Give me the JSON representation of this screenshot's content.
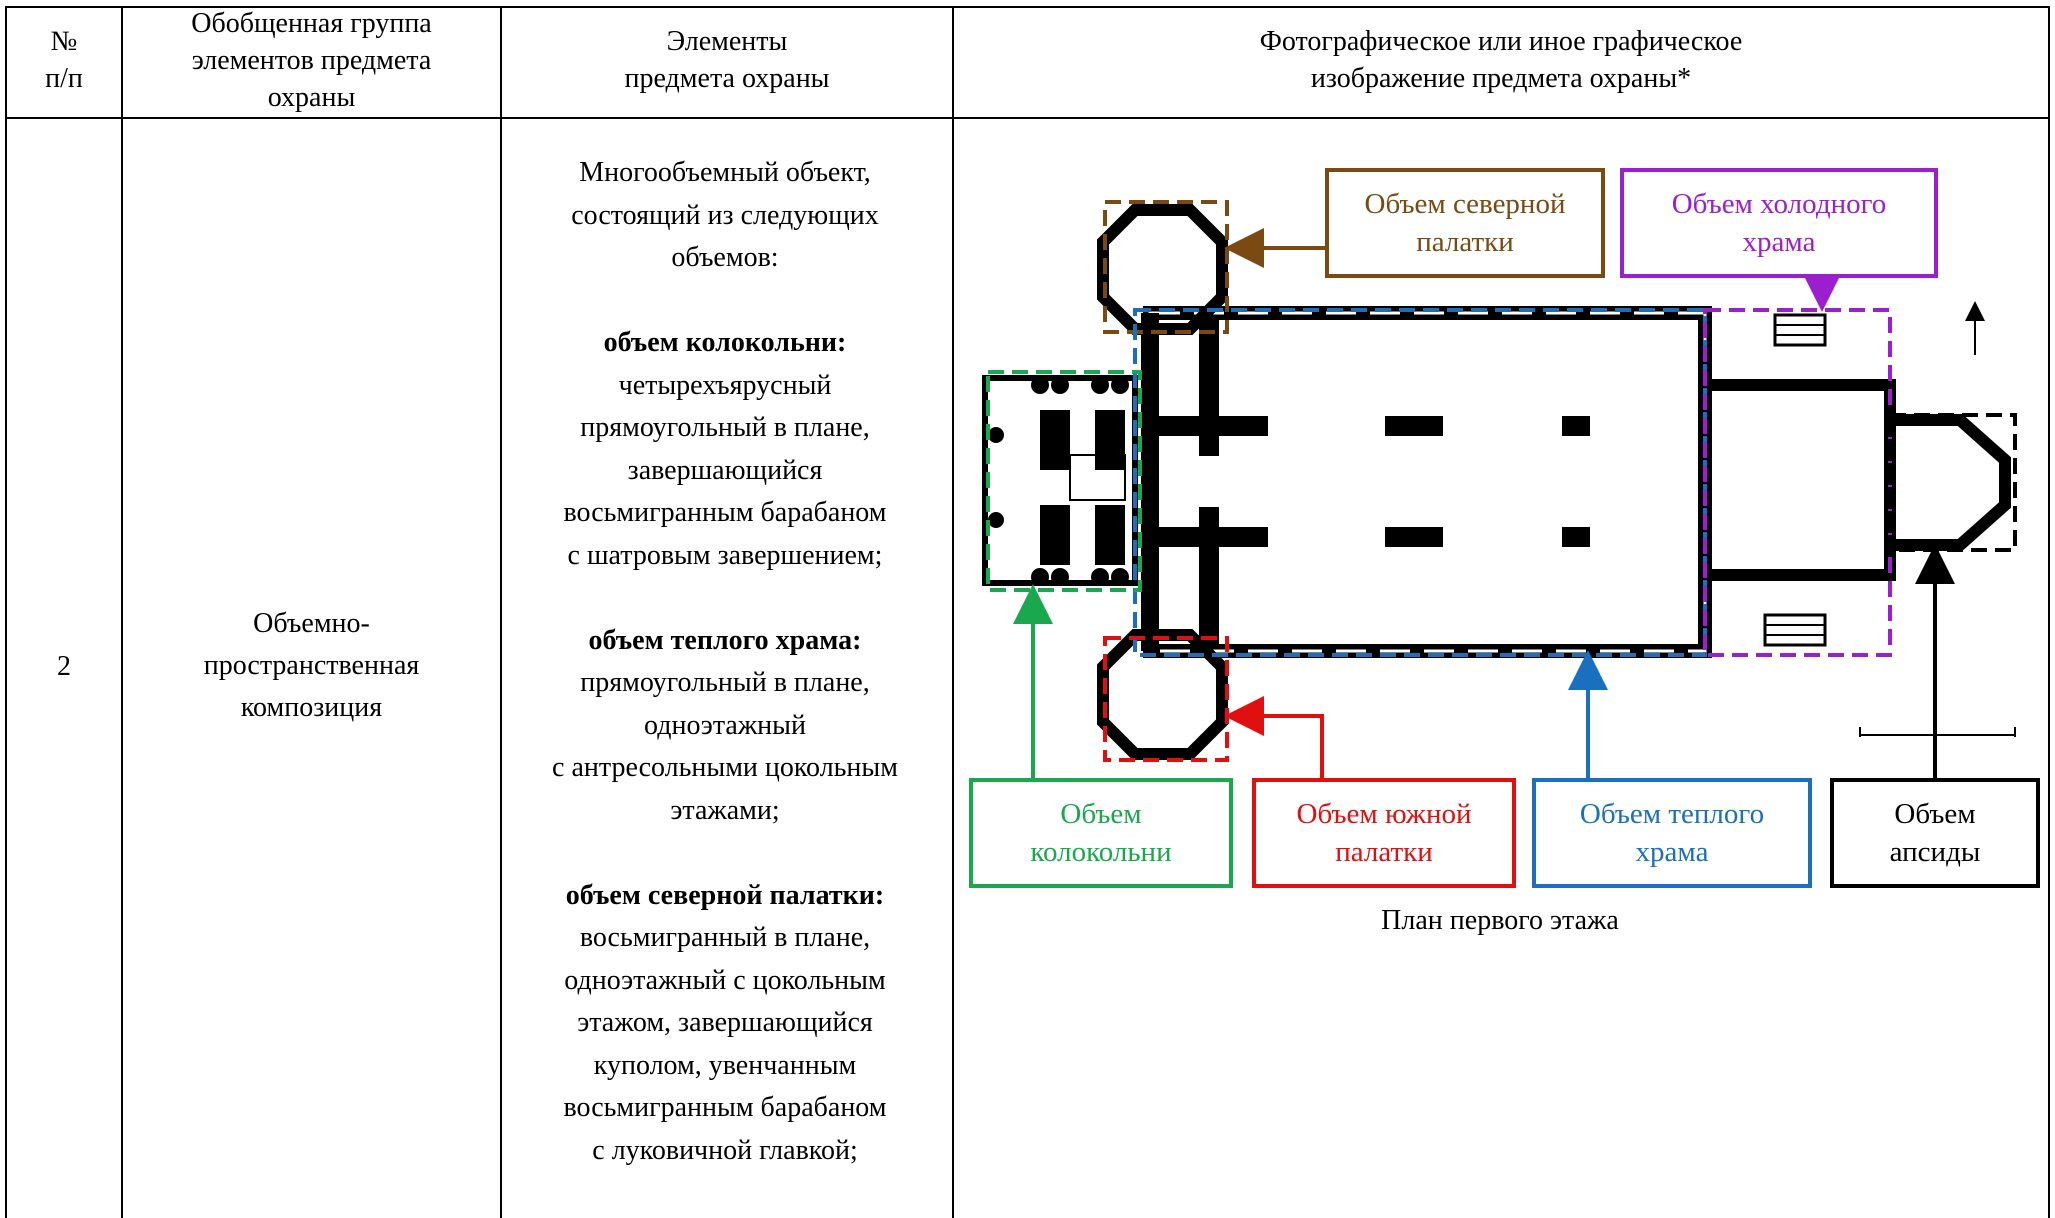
{
  "table": {
    "headers": {
      "num": [
        "№",
        "п/п"
      ],
      "group": [
        "Обобщенная группа",
        "элементов предмета",
        "охраны"
      ],
      "elements": [
        "Элементы",
        "предмета охраны"
      ],
      "image": [
        "Фотографическое или иное графическое",
        "изображение предмета охраны*"
      ]
    },
    "row": {
      "num": "2",
      "group": [
        "Объемно-",
        "пространственная",
        "композиция"
      ],
      "elements": {
        "intro": [
          "Многообъемный объект,",
          "состоящий из следующих",
          "объемов:"
        ],
        "bell_title": "объем колокольни:",
        "bell_text": [
          "четырехъярусный",
          "прямоугольный в плане,",
          "завершающийся",
          "восьмигранным барабаном",
          "с шатровым завершением;"
        ],
        "warm_title": "объем теплого храма:",
        "warm_text": [
          "прямоугольный в плане,",
          "одноэтажный",
          "с антресольными цокольным",
          "этажами;"
        ],
        "north_title": "объем северной палатки:",
        "north_text": [
          "восьмигранный в плане,",
          "одноэтажный с цокольным",
          "этажом, завершающийся",
          "куполом, увенчанным",
          "восьмигранным барабаном",
          "с луковичной главкой;"
        ]
      }
    }
  },
  "plan": {
    "caption": "План первого этажа",
    "labels": {
      "north": [
        "Объем северной",
        "палатки"
      ],
      "cold": [
        "Объем холодного",
        "храма"
      ],
      "bell": [
        "Объем",
        "колокольни"
      ],
      "south": [
        "Объем южной",
        "палатки"
      ],
      "warm": [
        "Объем теплого",
        "храма"
      ],
      "apse": [
        "Объем",
        "апсиды"
      ]
    },
    "colors": {
      "north": "#7a4a12",
      "cold": "#9b1fcf",
      "bell": "#1aa84e",
      "south": "#e01010",
      "warm": "#1a6fbf",
      "apse": "#000000"
    }
  }
}
